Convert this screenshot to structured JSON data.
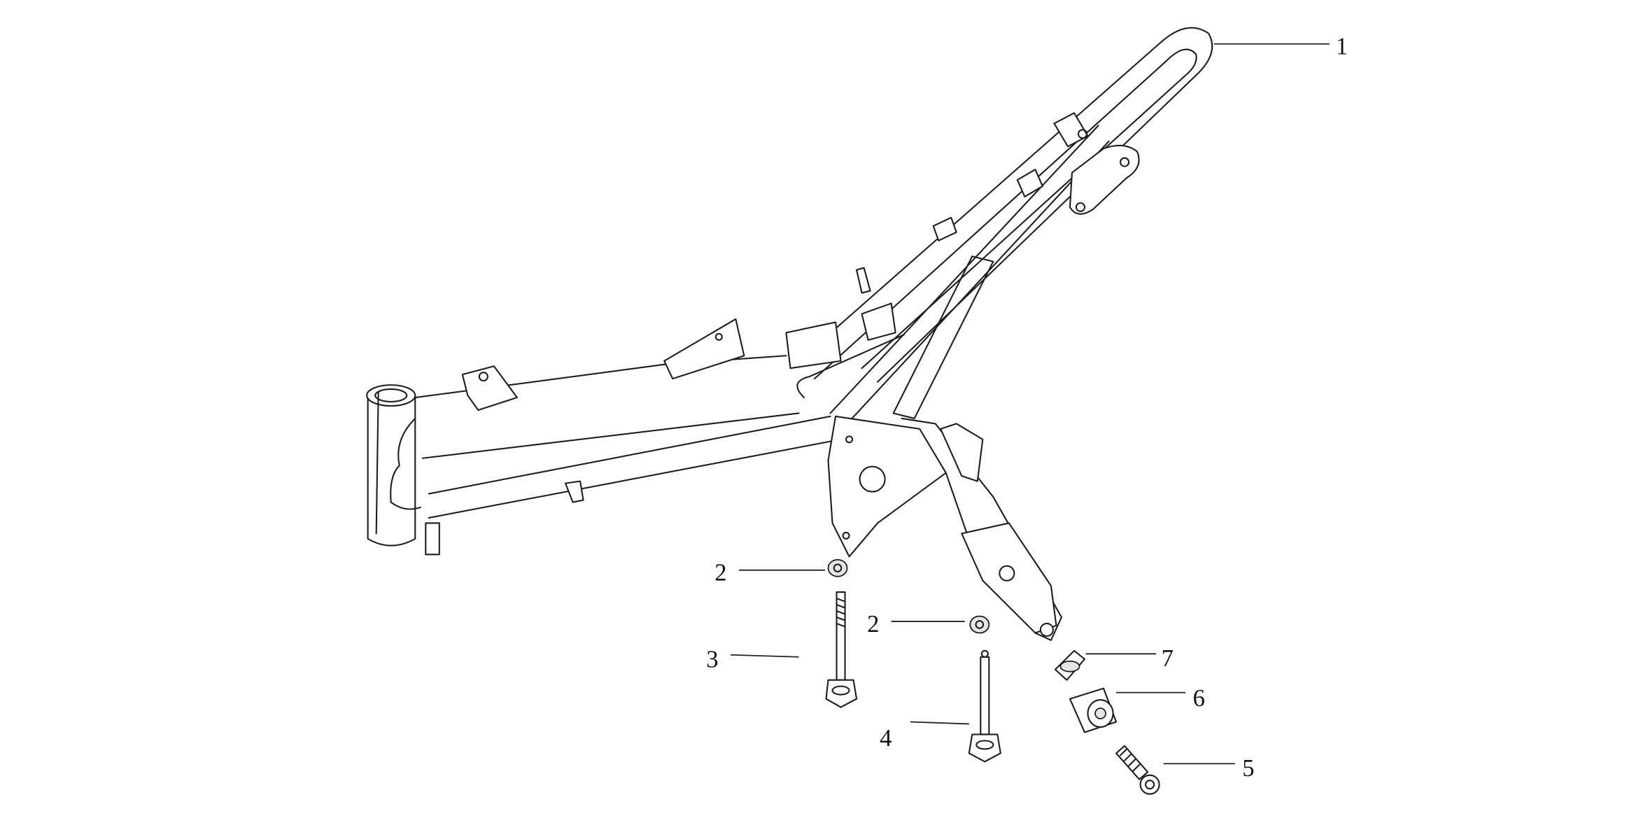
{
  "diagram": {
    "type": "exploded-parts-diagram",
    "callouts": [
      {
        "id": "frame",
        "label": "1"
      },
      {
        "id": "nut-upper",
        "label": "2"
      },
      {
        "id": "nut-lower",
        "label": "2"
      },
      {
        "id": "bolt-long",
        "label": "3"
      },
      {
        "id": "bolt-medium",
        "label": "4"
      },
      {
        "id": "bolt-short",
        "label": "5"
      },
      {
        "id": "spacer",
        "label": "6"
      },
      {
        "id": "washer",
        "label": "7"
      }
    ],
    "colors": {
      "line": "#1e1e1e",
      "background": "#ffffff"
    }
  }
}
